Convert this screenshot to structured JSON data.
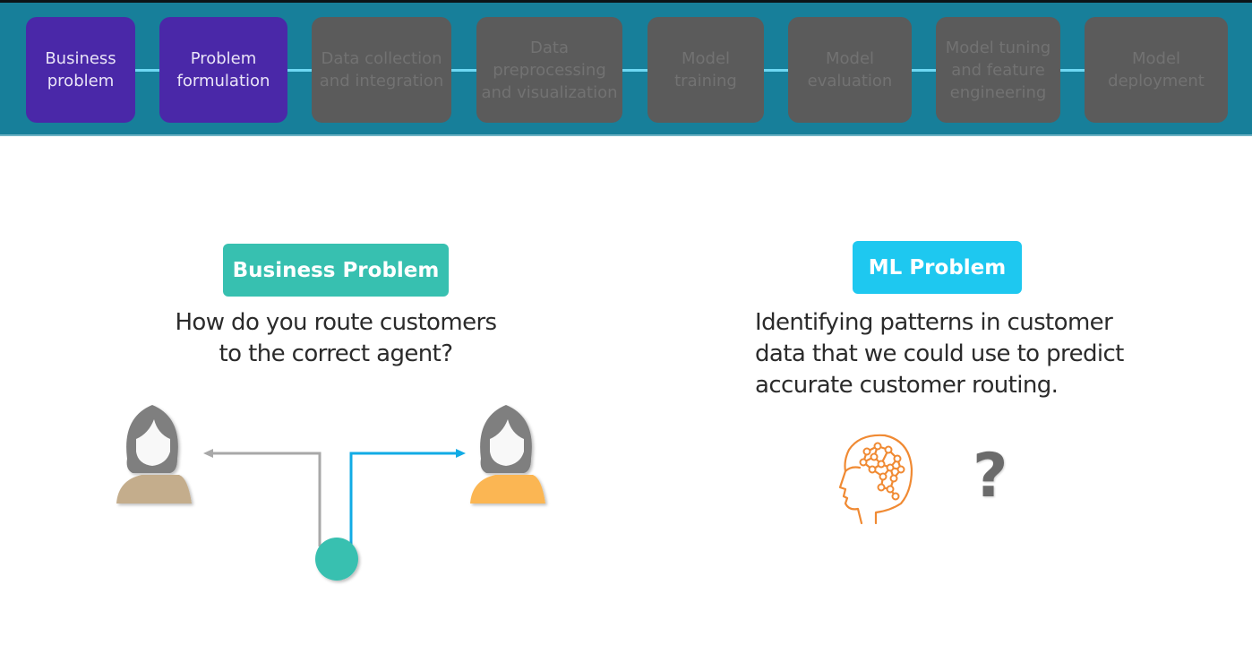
{
  "pipeline": {
    "steps": [
      {
        "label": "Business\nproblem",
        "state": "active"
      },
      {
        "label": "Problem\nformulation",
        "state": "active"
      },
      {
        "label": "Data collection\nand integration",
        "state": "inactive"
      },
      {
        "label": "Data\npreprocessing\nand visualization",
        "state": "inactive"
      },
      {
        "label": "Model\ntraining",
        "state": "inactive"
      },
      {
        "label": "Model\nevaluation",
        "state": "inactive"
      },
      {
        "label": "Model tuning\nand feature\nengineering",
        "state": "inactive"
      },
      {
        "label": "Model\ndeployment",
        "state": "inactive"
      }
    ]
  },
  "business": {
    "label": "Business Problem",
    "question": "How do you route customers\nto the correct agent?",
    "icons": {
      "left_agent": "person-icon",
      "right_agent": "person-icon",
      "customer_node": "circle-node-icon",
      "route_left": "arrow-left-icon",
      "route_right": "arrow-right-icon"
    }
  },
  "ml": {
    "label": "ML Problem",
    "description": "Identifying patterns in customer\ndata that we could use to predict\naccurate customer routing.",
    "question_mark": "?",
    "icons": {
      "brain": "brain-network-icon"
    }
  },
  "colors": {
    "banner": "#177f9a",
    "active_step": "#4a28a8",
    "inactive_step": "#5b5b5b",
    "business_label": "#37c0b0",
    "ml_label": "#1ec8f0",
    "left_agent_shirt": "#c4ad8c",
    "right_agent_shirt": "#fbb652",
    "route_gray": "#a8a8a8",
    "route_blue": "#11abe5",
    "node": "#37c0b0",
    "brain": "#f08a33"
  }
}
